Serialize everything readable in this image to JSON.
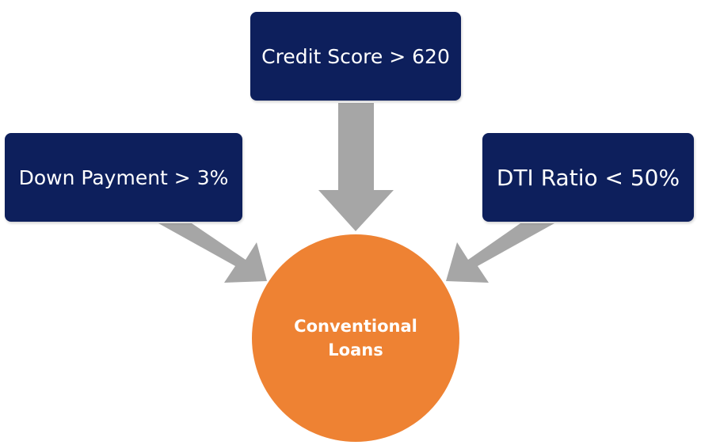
{
  "colors": {
    "box_fill": "#0d1f5c",
    "arrow_fill": "#a6a6a6",
    "circle_fill": "#ee8233",
    "text": "#ffffff"
  },
  "criteria": {
    "credit_score": "Credit Score > 620",
    "down_payment": "Down Payment > 3%",
    "dti_ratio": "DTI Ratio < 50%"
  },
  "result": {
    "line1": "Conventional",
    "line2": "Loans"
  }
}
